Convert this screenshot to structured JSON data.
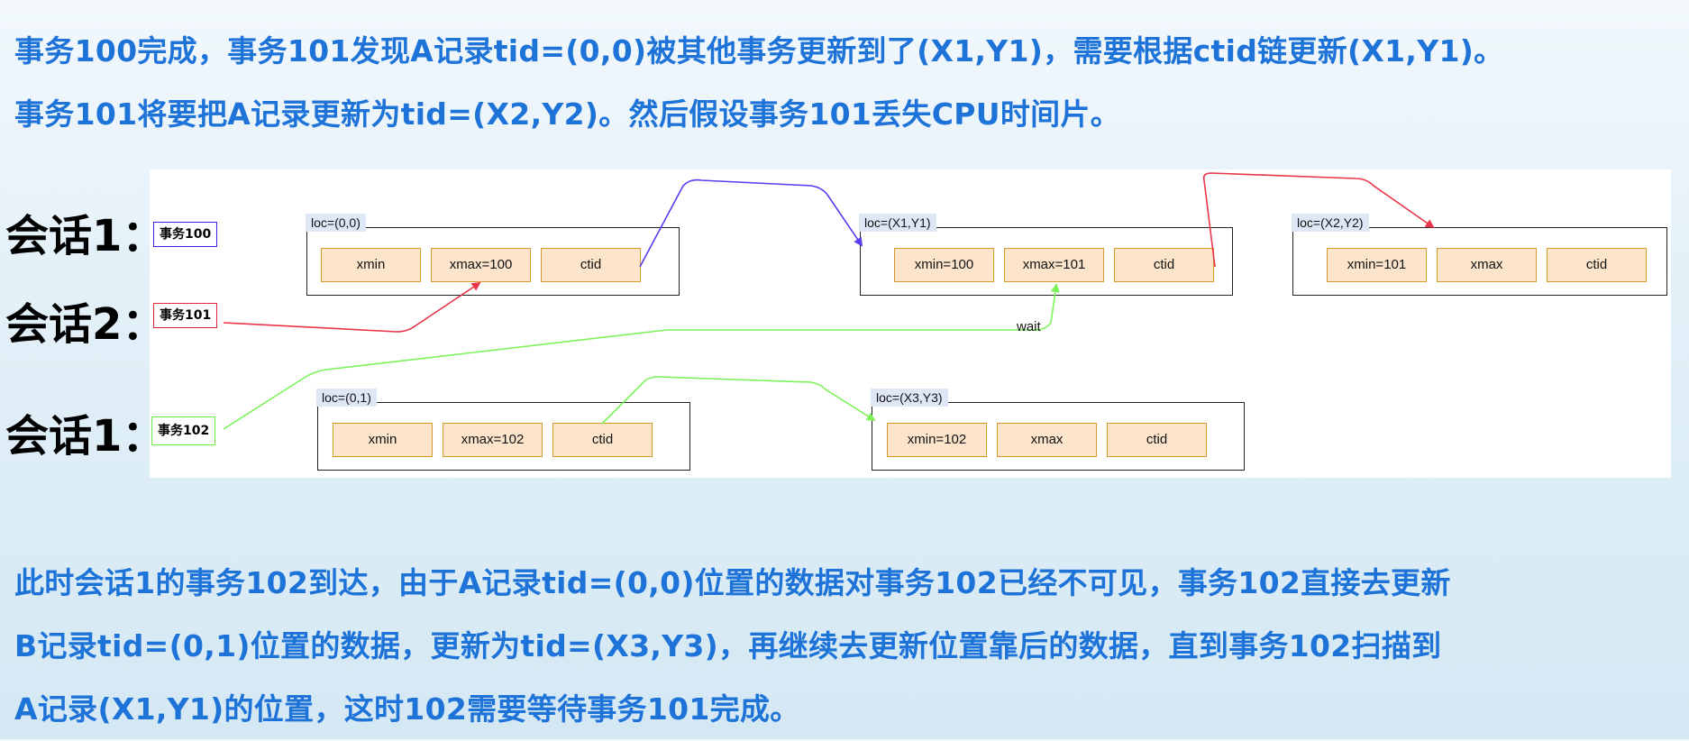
{
  "intro": {
    "lines": [
      "事务100完成，事务101发现A记录tid=(0,0)被其他事务更新到了(X1,Y1)，需要根据ctid链更新(X1,Y1)。",
      "事务101将要把A记录更新为tid=(X2,Y2)。然后假设事务101丢失CPU时间片。"
    ]
  },
  "diagram": {
    "sessions": [
      "会话1：",
      "会话2：",
      "会话1："
    ],
    "transactions": [
      "事务100",
      "事务101",
      "事务102"
    ],
    "pages": [
      {
        "loc": "loc=(0,0)",
        "fields": [
          "xmin",
          "xmax=100",
          "ctid"
        ]
      },
      {
        "loc": "loc=(X1,Y1)",
        "fields": [
          "xmin=100",
          "xmax=101",
          "ctid"
        ]
      },
      {
        "loc": "loc=(X2,Y2)",
        "fields": [
          "xmin=101",
          "xmax",
          "ctid"
        ]
      },
      {
        "loc": "loc=(0,1)",
        "fields": [
          "xmin",
          "xmax=102",
          "ctid"
        ]
      },
      {
        "loc": "loc=(X3,Y3)",
        "fields": [
          "xmin=102",
          "xmax",
          "ctid"
        ]
      }
    ],
    "wait_label": "wait",
    "colors": {
      "txn100_border": "#3b1fe0",
      "txn101_border": "#e0253a",
      "txn102_border": "#66ee44",
      "ctid_chain_arrow": "#5b3cf0",
      "update_arrow": "#e8354a",
      "session3_arrow": "#7cf25a"
    }
  },
  "outro": {
    "lines": [
      "此时会话1的事务102到达，由于A记录tid=(0,0)位置的数据对事务102已经不可见，事务102直接去更新",
      "B记录tid=(0,1)位置的数据，更新为tid=(X3,Y3)，再继续去更新位置靠后的数据，直到事务102扫描到",
      "A记录(X1,Y1)的位置，这时102需要等待事务101完成。"
    ]
  }
}
